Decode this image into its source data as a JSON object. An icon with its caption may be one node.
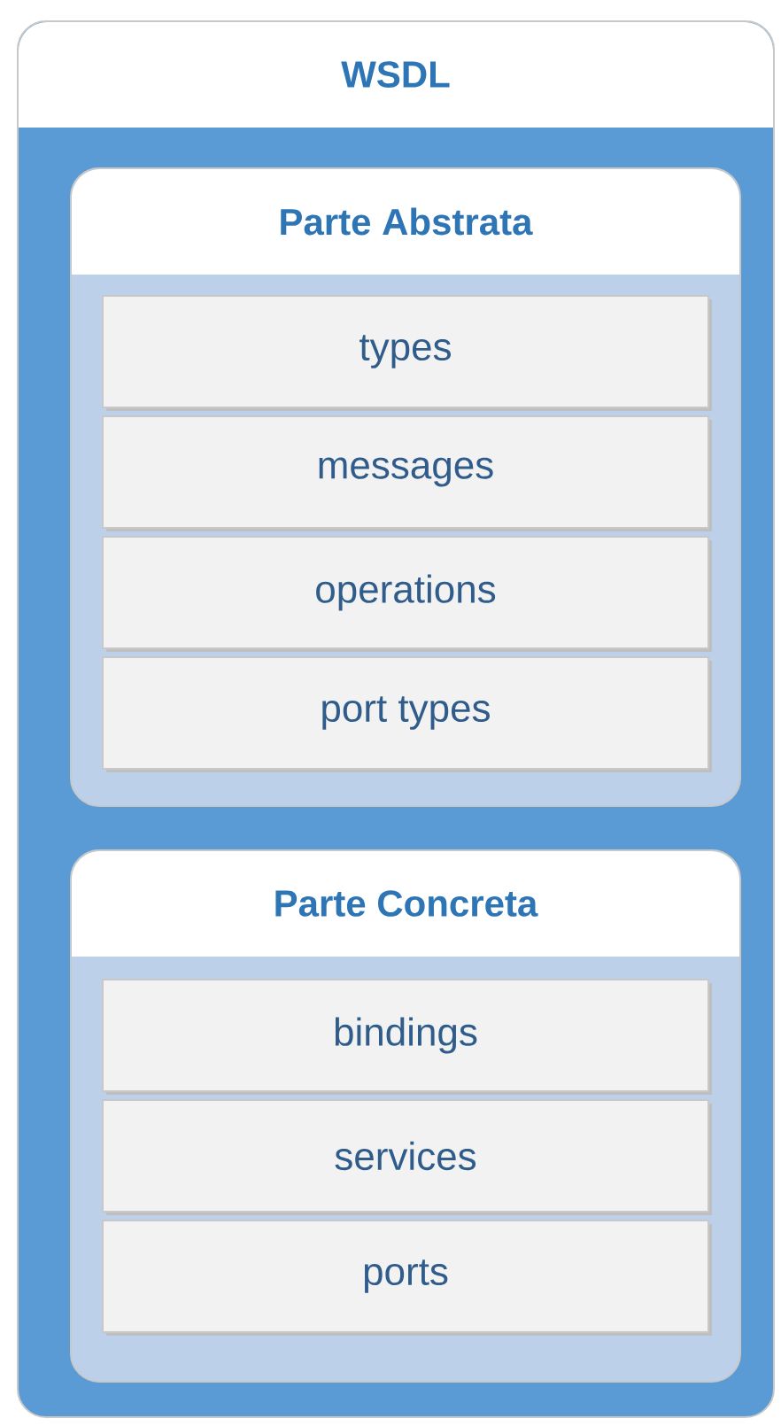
{
  "diagram": {
    "nodes": [
      {
        "text": [
          "WSDL"
        ]
      },
      {
        "text": [
          "Parte Abstrata"
        ],
        "in": 0
      },
      {
        "text": [
          "types"
        ],
        "in": 1
      },
      {
        "text": [
          "messages"
        ],
        "in": 1
      },
      {
        "text": [
          "operations"
        ],
        "in": 1
      },
      {
        "text": [
          "port types"
        ],
        "in": 1
      },
      {
        "text": [
          "Parte Concreta"
        ],
        "in": 0
      },
      {
        "text": [
          "bindings"
        ],
        "in": 6
      },
      {
        "text": [
          "services"
        ],
        "in": 6
      },
      {
        "text": [
          "ports"
        ],
        "in": 6
      }
    ]
  }
}
